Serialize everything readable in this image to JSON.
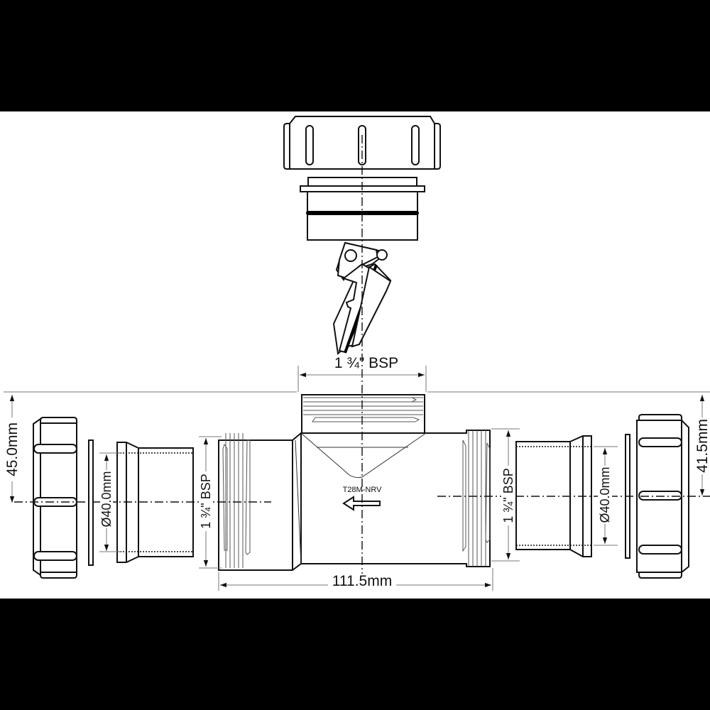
{
  "colors": {
    "background_band": "#000000",
    "paper": "#ffffff",
    "line": "#111111",
    "dimension_line": "#777777"
  },
  "drawing": {
    "title_marking": "T28M-NRV",
    "flow_direction": "left",
    "components": [
      "top-compression-nut",
      "top-spigot-with-oring",
      "non-return-flap-valve",
      "tee-body",
      "left-compression-nut",
      "left-washer",
      "left-spigot-adaptor",
      "right-spigot-adaptor",
      "right-washer",
      "right-compression-nut"
    ],
    "dimensions": {
      "top_thread": "1 ¾\" BSP",
      "left_thread": "1 ¾\" BSP",
      "right_thread": "1 ¾\" BSP",
      "left_pipe_dia": "Ø40.0mm",
      "right_pipe_dia": "Ø40.0mm",
      "left_height": "45.0mm",
      "right_height": "41.5mm",
      "overall_length": "111.5mm"
    }
  }
}
